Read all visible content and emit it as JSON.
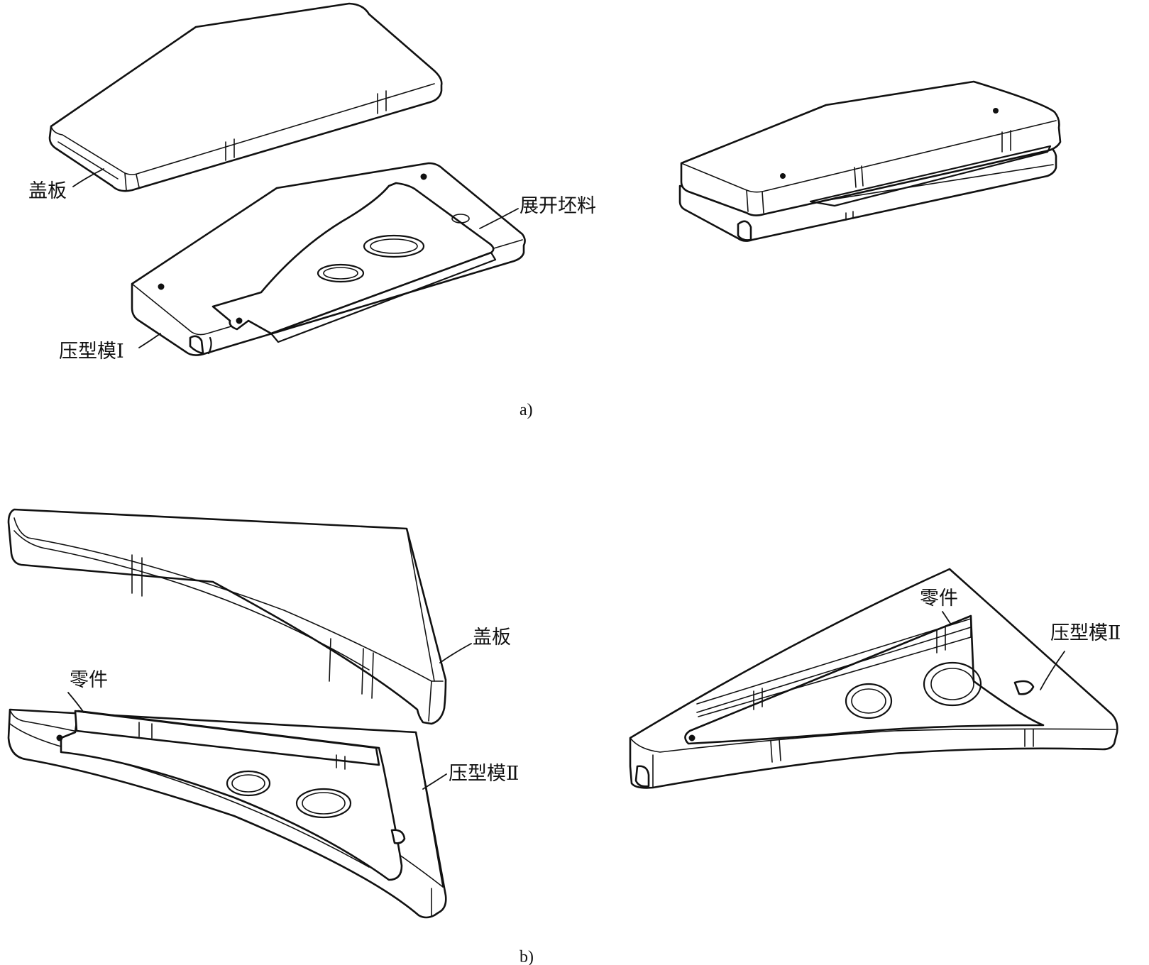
{
  "labels": {
    "a_cover": "盖板",
    "a_blank": "展开坯料",
    "a_die": "压型模Ⅰ",
    "b_cover": "盖板",
    "b_part_left": "零件",
    "b_die_left": "压型模Ⅱ",
    "b_part_right": "零件",
    "b_die_right": "压型模Ⅱ"
  },
  "captions": {
    "a": "a)",
    "b": "b)"
  }
}
